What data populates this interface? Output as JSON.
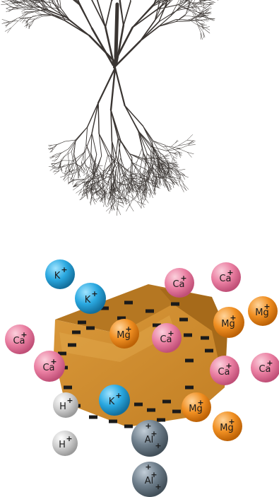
{
  "title": "",
  "colors": {
    "background": "#ffffff",
    "root": "#3a3532",
    "clay_front": "#c98a2a",
    "clay_top": "#b97a22",
    "clay_side": "#9a6418",
    "negative_charge": "#1a1a1a",
    "K": "#2aa8e0",
    "Ca": "#ea7fa2",
    "Mg": "#f08f22",
    "H": "#c8c8c8",
    "Al": "#6f7f8c"
  },
  "ions": [
    {
      "id": "k-1",
      "element": "K",
      "charge": "+",
      "color_key": "K"
    },
    {
      "id": "k-2",
      "element": "K",
      "charge": "+",
      "color_key": "K"
    },
    {
      "id": "ca-1",
      "element": "Ca",
      "charge": "+",
      "color_key": "Ca"
    },
    {
      "id": "ca-2",
      "element": "Ca",
      "charge": "+",
      "color_key": "Ca"
    },
    {
      "id": "mg-1",
      "element": "Mg",
      "charge": "+",
      "color_key": "Mg"
    },
    {
      "id": "ca-3",
      "element": "Ca",
      "charge": "+",
      "color_key": "Ca"
    },
    {
      "id": "mg-2",
      "element": "Mg",
      "charge": "+",
      "color_key": "Mg"
    },
    {
      "id": "mg-3",
      "element": "Mg",
      "charge": "+",
      "color_key": "Mg"
    },
    {
      "id": "ca-4",
      "element": "Ca",
      "charge": "+",
      "color_key": "Ca"
    },
    {
      "id": "ca-5",
      "element": "Ca",
      "charge": "+",
      "color_key": "Ca"
    },
    {
      "id": "ca-6",
      "element": "Ca",
      "charge": "+",
      "color_key": "Ca"
    },
    {
      "id": "ca-7",
      "element": "Ca",
      "charge": "+",
      "color_key": "Ca"
    },
    {
      "id": "h-1",
      "element": "H",
      "charge": "+",
      "color_key": "H"
    },
    {
      "id": "k-3",
      "element": "K",
      "charge": "+",
      "color_key": "K"
    },
    {
      "id": "mg-4",
      "element": "Mg",
      "charge": "+",
      "color_key": "Mg"
    },
    {
      "id": "mg-5",
      "element": "Mg",
      "charge": "+",
      "color_key": "Mg"
    },
    {
      "id": "h-2",
      "element": "H",
      "charge": "+",
      "color_key": "H"
    },
    {
      "id": "al-1",
      "element": "Al",
      "charge": "+",
      "color_key": "Al"
    },
    {
      "id": "al-2",
      "element": "Al",
      "charge": "+",
      "color_key": "Al"
    }
  ],
  "particle": {
    "name": "clay-particle",
    "surface_charge": "negative"
  },
  "root_image": {
    "name": "plant-root"
  }
}
